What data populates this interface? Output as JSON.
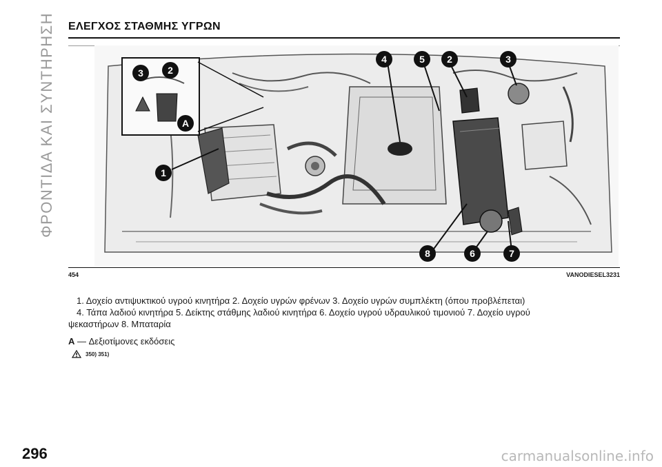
{
  "side_title": "ΦΡΟΝΤΙΔΑ ΚΑΙ ΣΥΝΤΗΡΗΣΗ",
  "header": {
    "title": "ΕΛΕΓΧΟΣ ΣΤΑΘΜΗΣ ΥΓΡΩΝ"
  },
  "figure": {
    "number": "454",
    "code": "VANODIESEL3231",
    "callouts": [
      "1",
      "2",
      "3",
      "4",
      "5",
      "6",
      "7",
      "8",
      "A"
    ]
  },
  "caption": {
    "items": [
      {
        "n": "1.",
        "text": "Δοχείο αντιψυκτικού υγρού κινητήρα"
      },
      {
        "n": "2.",
        "text": "Δοχείο υγρών φρένων"
      },
      {
        "n": "3.",
        "text": "Δοχείο υγρών συμπλέκτη (όπου προβλέπεται)"
      },
      {
        "n": "4.",
        "text": "Τάπα λαδιού κινητήρα"
      },
      {
        "n": "5.",
        "text": "Δείκτης στάθμης λαδιού κινητήρα"
      },
      {
        "n": "6.",
        "text": "Δοχείο υγρού υδραυλικού τιμονιού"
      },
      {
        "n": "7.",
        "text": "Δοχείο υγρού ψεκαστήρων"
      },
      {
        "n": "8.",
        "text": "Μπαταρία"
      }
    ],
    "line1": "1. Δοχείο αντιψυκτικού υγρού κινητήρα  2. Δοχείο υγρών φρένων  3. Δοχείο υγρών συμπλέκτη (όπου προβλέπεται)",
    "line2": "4. Τάπα λαδιού κινητήρα  5. Δείκτης στάθμης λαδιού κινητήρα  6. Δοχείο υγρού υδραυλικού τιμονιού  7. Δοχείο υγρού",
    "line3": "ψεκαστήρων  8. Μπαταρία"
  },
  "note": {
    "label": "A",
    "dash": " — ",
    "text": "Δεξιοτίμονες εκδόσεις"
  },
  "warning": {
    "refs": "350) 351)"
  },
  "page_number": "296",
  "watermark": "carmanualsonline.info"
}
